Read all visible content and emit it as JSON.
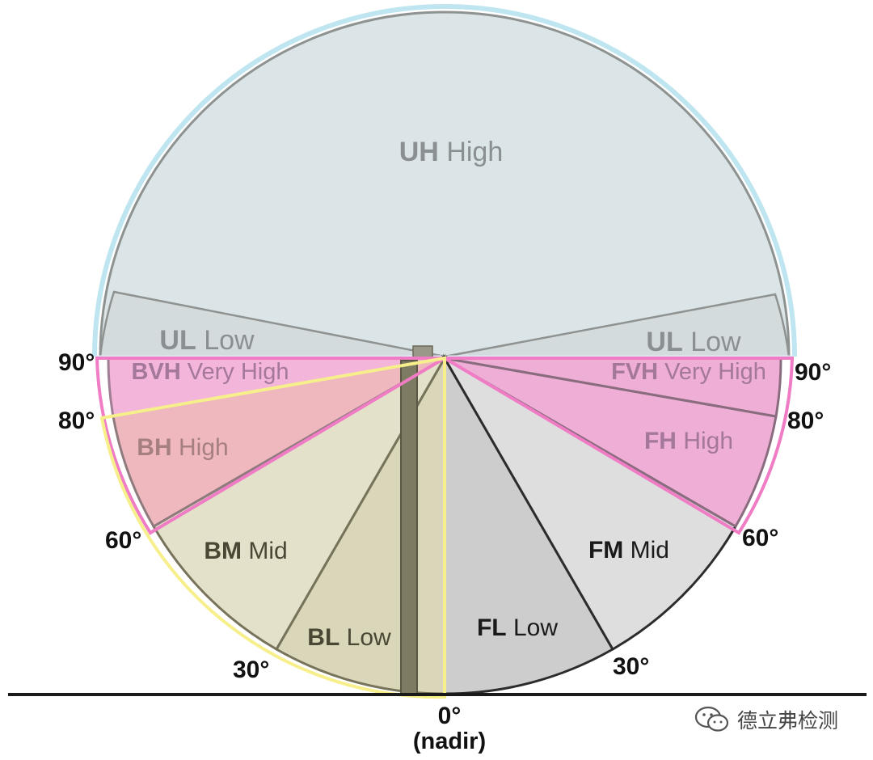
{
  "zones": {
    "uh": {
      "code": "UH",
      "word": "High"
    },
    "ul": {
      "code": "UL",
      "word": "Low"
    },
    "bvh": {
      "code": "BVH",
      "word": "Very High"
    },
    "fvh": {
      "code": "FVH",
      "word": "Very High"
    },
    "bh": {
      "code": "BH",
      "word": "High"
    },
    "fh": {
      "code": "FH",
      "word": "High"
    },
    "bm": {
      "code": "BM",
      "word": "Mid"
    },
    "fm": {
      "code": "FM",
      "word": "Mid"
    },
    "bl": {
      "code": "BL",
      "word": "Low"
    },
    "fl": {
      "code": "FL",
      "word": "Low"
    }
  },
  "angles": {
    "a90": "90°",
    "a80": "80°",
    "a60": "60°",
    "a30": "30°",
    "a0": "0°",
    "nadir": "(nadir)"
  },
  "watermark": {
    "text": "德立弗检测",
    "icon": "wechat-icon"
  },
  "colors": {
    "uplight": "#dbe5e8",
    "uplight_low": "#d3dbdc",
    "back_light": "#e3e1c9",
    "back_low": "#d9d6b9",
    "front_mid": "#dedede",
    "front_low": "#cdcdcd",
    "glare_pink": "#f0a9d2",
    "back_high_red": "#efb8bf",
    "pole": "#7d7b62",
    "yellow_outline": "#f6ef8c",
    "pink_outline": "#ef7cc4",
    "cyan_outline": "#bfe6f0"
  }
}
